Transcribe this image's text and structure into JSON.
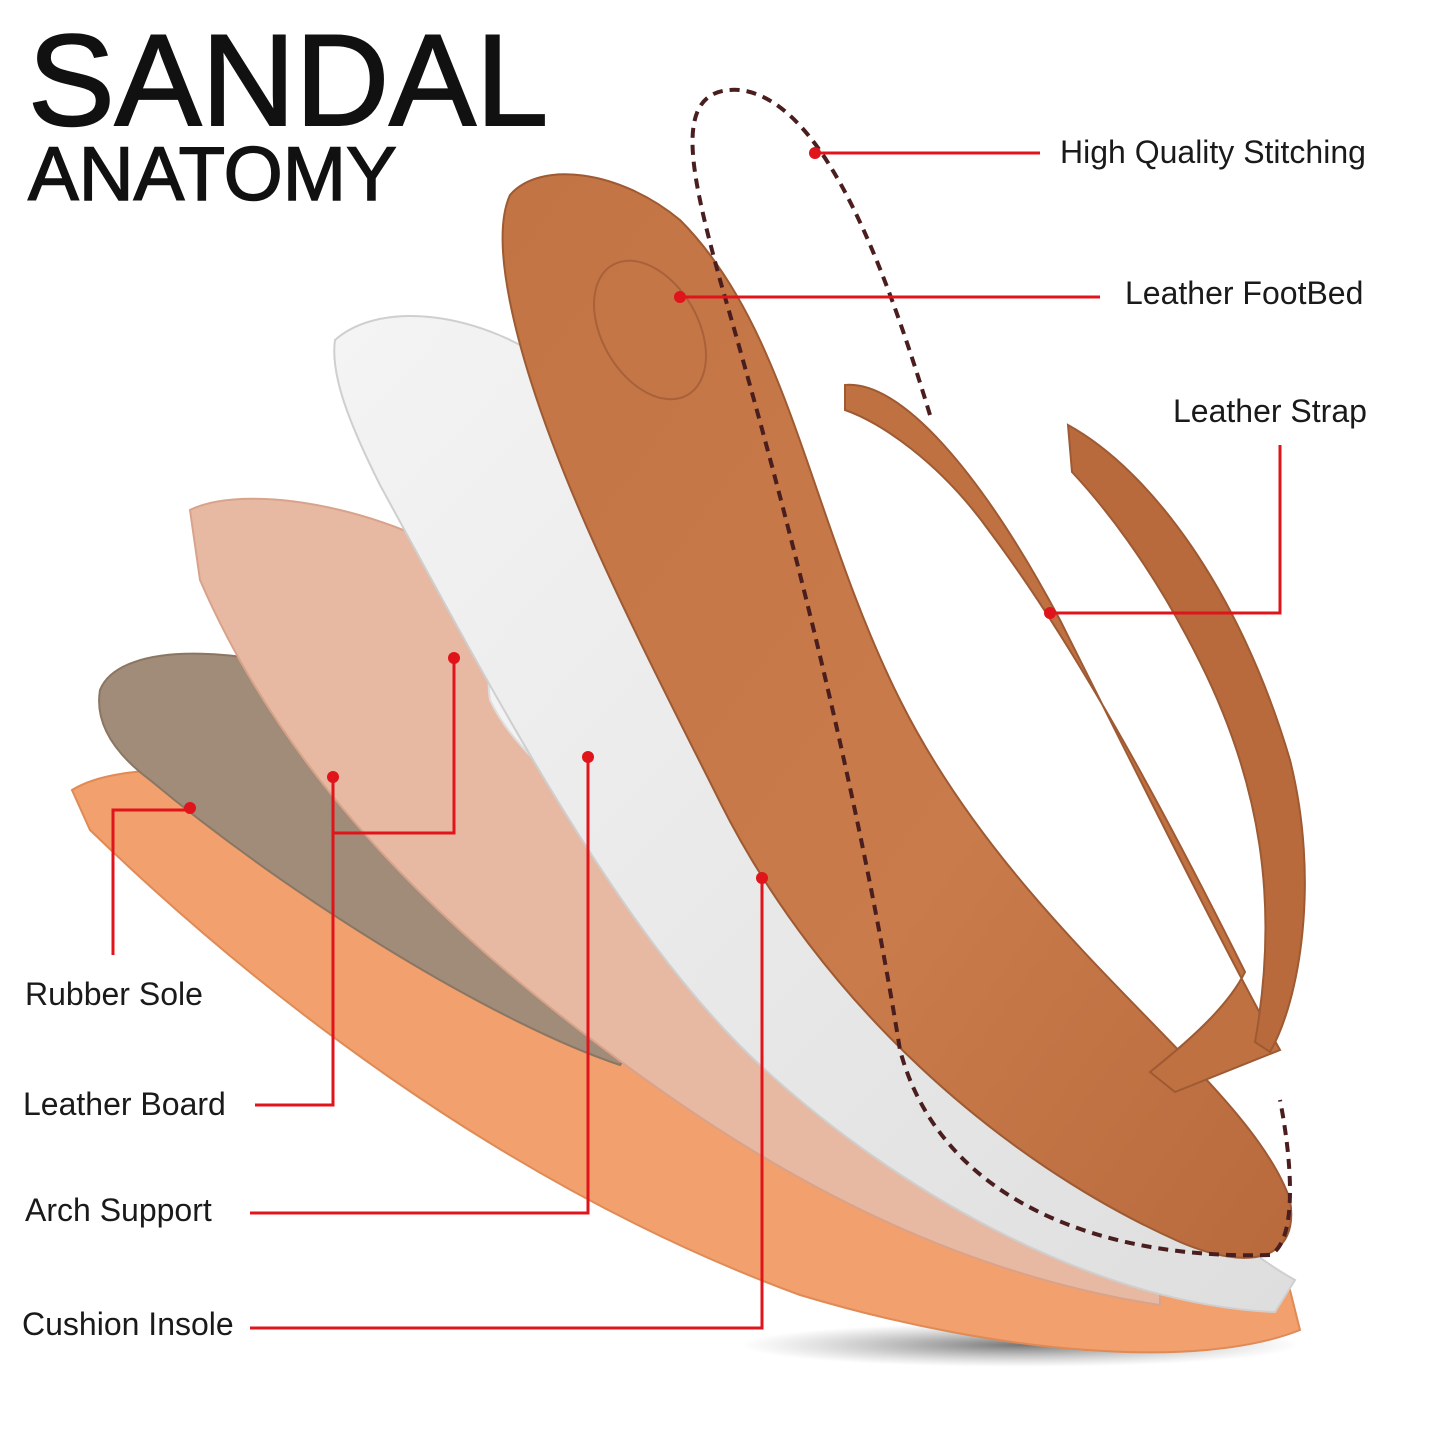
{
  "title": {
    "line1": "SANDAL",
    "line2": "ANATOMY"
  },
  "labels": {
    "stitching": "High Quality Stitching",
    "footbed": "Leather FootBed",
    "strap": "Leather Strap",
    "rubber_sole": "Rubber Sole",
    "leather_board": "Leather Board",
    "arch_support": "Arch Support",
    "cushion_insole": "Cushion Insole"
  },
  "colors": {
    "pointer": "#e0141b",
    "rubber_sole": "#f2a06e",
    "leather_board": "#a08c78",
    "cork": "#e8b9a2",
    "foam": "#ececec",
    "leather": "#c7784a",
    "stitching": "#4a1e1e"
  }
}
